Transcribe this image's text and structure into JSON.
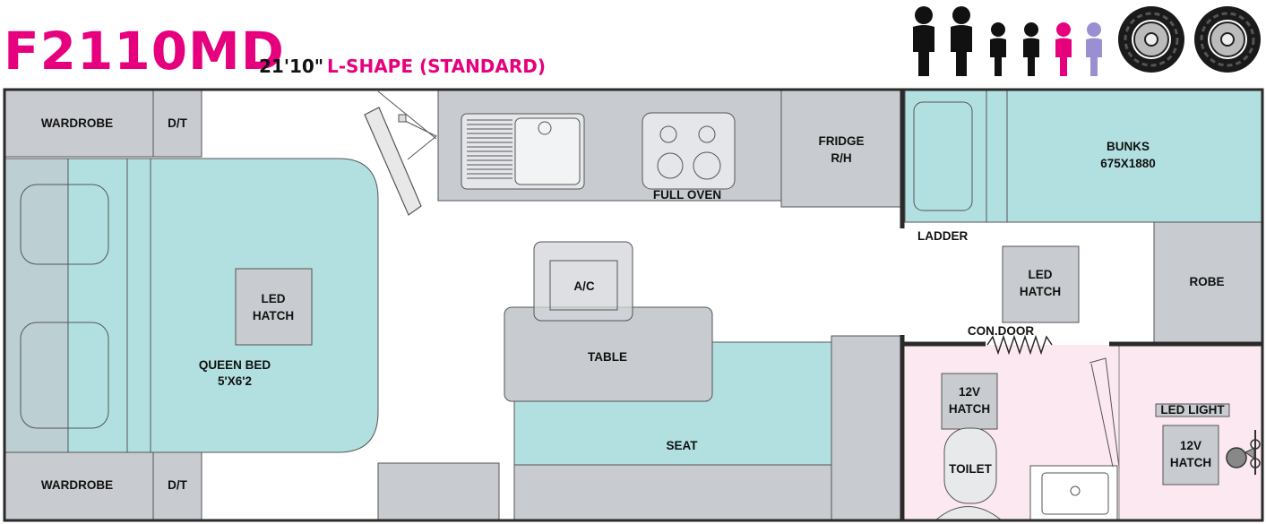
{
  "header": {
    "model": "F2110MD",
    "length": "21'10\"",
    "layout": "L-SHAPE (STANDARD)"
  },
  "icons": {
    "people": [
      "adult-black",
      "adult-black",
      "child-black",
      "child-black",
      "child-pink",
      "child-purple"
    ],
    "wheels": [
      "wheel",
      "wheel"
    ]
  },
  "colors": {
    "accent": "#e6007e",
    "bed": "#b2e0e1",
    "cabinet": "#c8cbd0",
    "bathroom": "#fbe8f0",
    "purple": "#9a8fd1"
  },
  "labels": {
    "wardrobe_top": "WARDROBE",
    "dt_top": "D/T",
    "wardrobe_bottom": "WARDROBE",
    "dt_bottom": "D/T",
    "led_hatch_1": "LED",
    "led_hatch_2": "HATCH",
    "queen_bed_1": "QUEEN BED",
    "queen_bed_2": "5'X6'2",
    "full_oven": "FULL OVEN",
    "fridge_1": "FRIDGE",
    "fridge_2": "R/H",
    "bunks_1": "BUNKS",
    "bunks_2": "675X1880",
    "ladder": "LADDER",
    "led_hatch2_1": "LED",
    "led_hatch2_2": "HATCH",
    "robe": "ROBE",
    "ac": "A/C",
    "table": "TABLE",
    "con_door": "CON.DOOR",
    "seat": "SEAT",
    "hatch12_1_1": "12V",
    "hatch12_1_2": "HATCH",
    "toilet": "TOILET",
    "led_light": "LED LIGHT",
    "hatch12_2_1": "12V",
    "hatch12_2_2": "HATCH"
  }
}
